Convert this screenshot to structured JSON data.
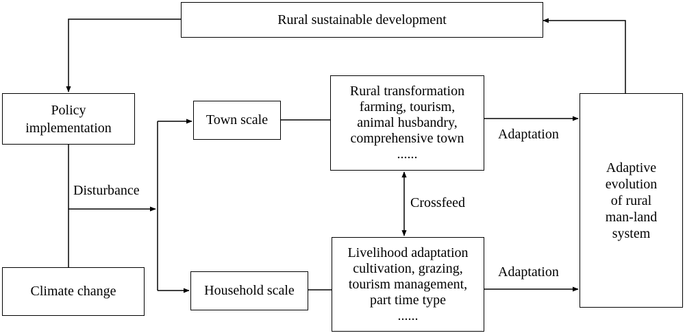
{
  "nodes": {
    "rural_sustainable": {
      "label": "Rural sustainable development"
    },
    "policy": {
      "line1": "Policy",
      "line2": "implementation"
    },
    "climate": {
      "label": "Climate change"
    },
    "town_scale": {
      "label": "Town scale"
    },
    "household_scale": {
      "label": "Household scale"
    },
    "rural_transformation": {
      "line1": "Rural transformation",
      "line2": "farming, tourism,",
      "line3": "animal husbandry,",
      "line4": "comprehensive town",
      "line5": "......"
    },
    "livelihood": {
      "line1": "Livelihood adaptation",
      "line2": "cultivation, grazing,",
      "line3": "tourism management,",
      "line4": "part time type",
      "line5": "......"
    },
    "adaptive_evolution": {
      "line1": "Adaptive",
      "line2": "evolution",
      "line3": "of rural",
      "line4": "man-land",
      "line5": "system"
    }
  },
  "edges": {
    "disturbance": "Disturbance",
    "crossfeed": "Crossfeed",
    "adaptation_top": "Adaptation",
    "adaptation_bottom": "Adaptation"
  }
}
